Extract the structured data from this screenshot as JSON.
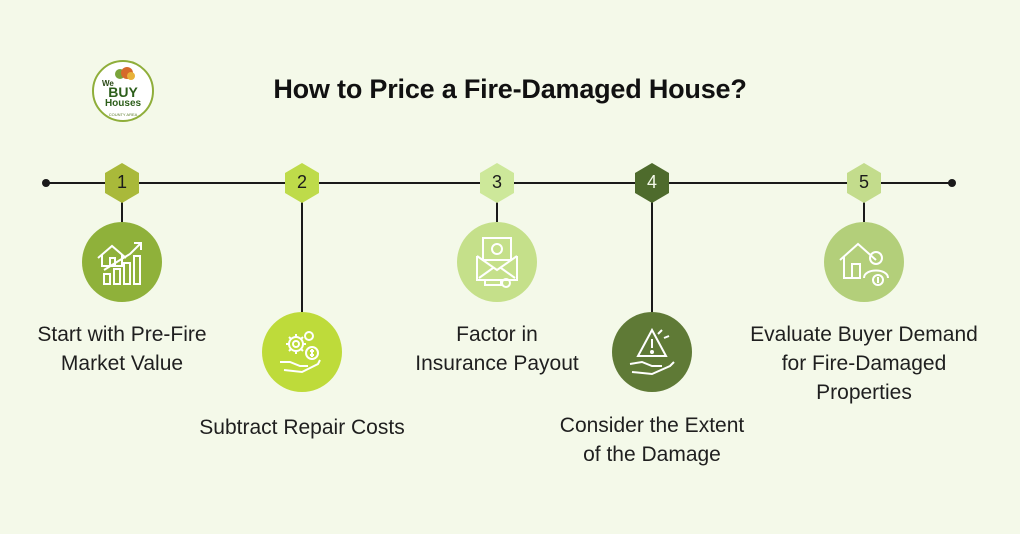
{
  "logo": {
    "line1": "We",
    "line2": "BUY",
    "line3": "Houses",
    "tagline": "COUNTY AREA"
  },
  "title": "How to Price a Fire-Damaged House?",
  "steps": [
    {
      "number": "1",
      "label_line1": "Start with Pre-Fire",
      "label_line2": "Market Value",
      "icon": "house-growth-chart-icon",
      "color": "#8fb13a"
    },
    {
      "number": "2",
      "label_line1": "Subtract Repair Costs",
      "label_line2": "",
      "icon": "gears-money-hand-icon",
      "color": "#b6d43a"
    },
    {
      "number": "3",
      "label_line1": "Factor in",
      "label_line2": "Insurance Payout",
      "icon": "money-envelope-icon",
      "color": "#c5e08a"
    },
    {
      "number": "4",
      "label_line1": "Consider the Extent",
      "label_line2": "of the Damage",
      "icon": "warning-hand-icon",
      "color": "#5f7a36"
    },
    {
      "number": "5",
      "label_line1": "Evaluate Buyer Demand",
      "label_line2": "for Fire-Damaged",
      "label_line3": "Properties",
      "icon": "house-buyer-icon",
      "color": "#b3cf7a"
    }
  ]
}
